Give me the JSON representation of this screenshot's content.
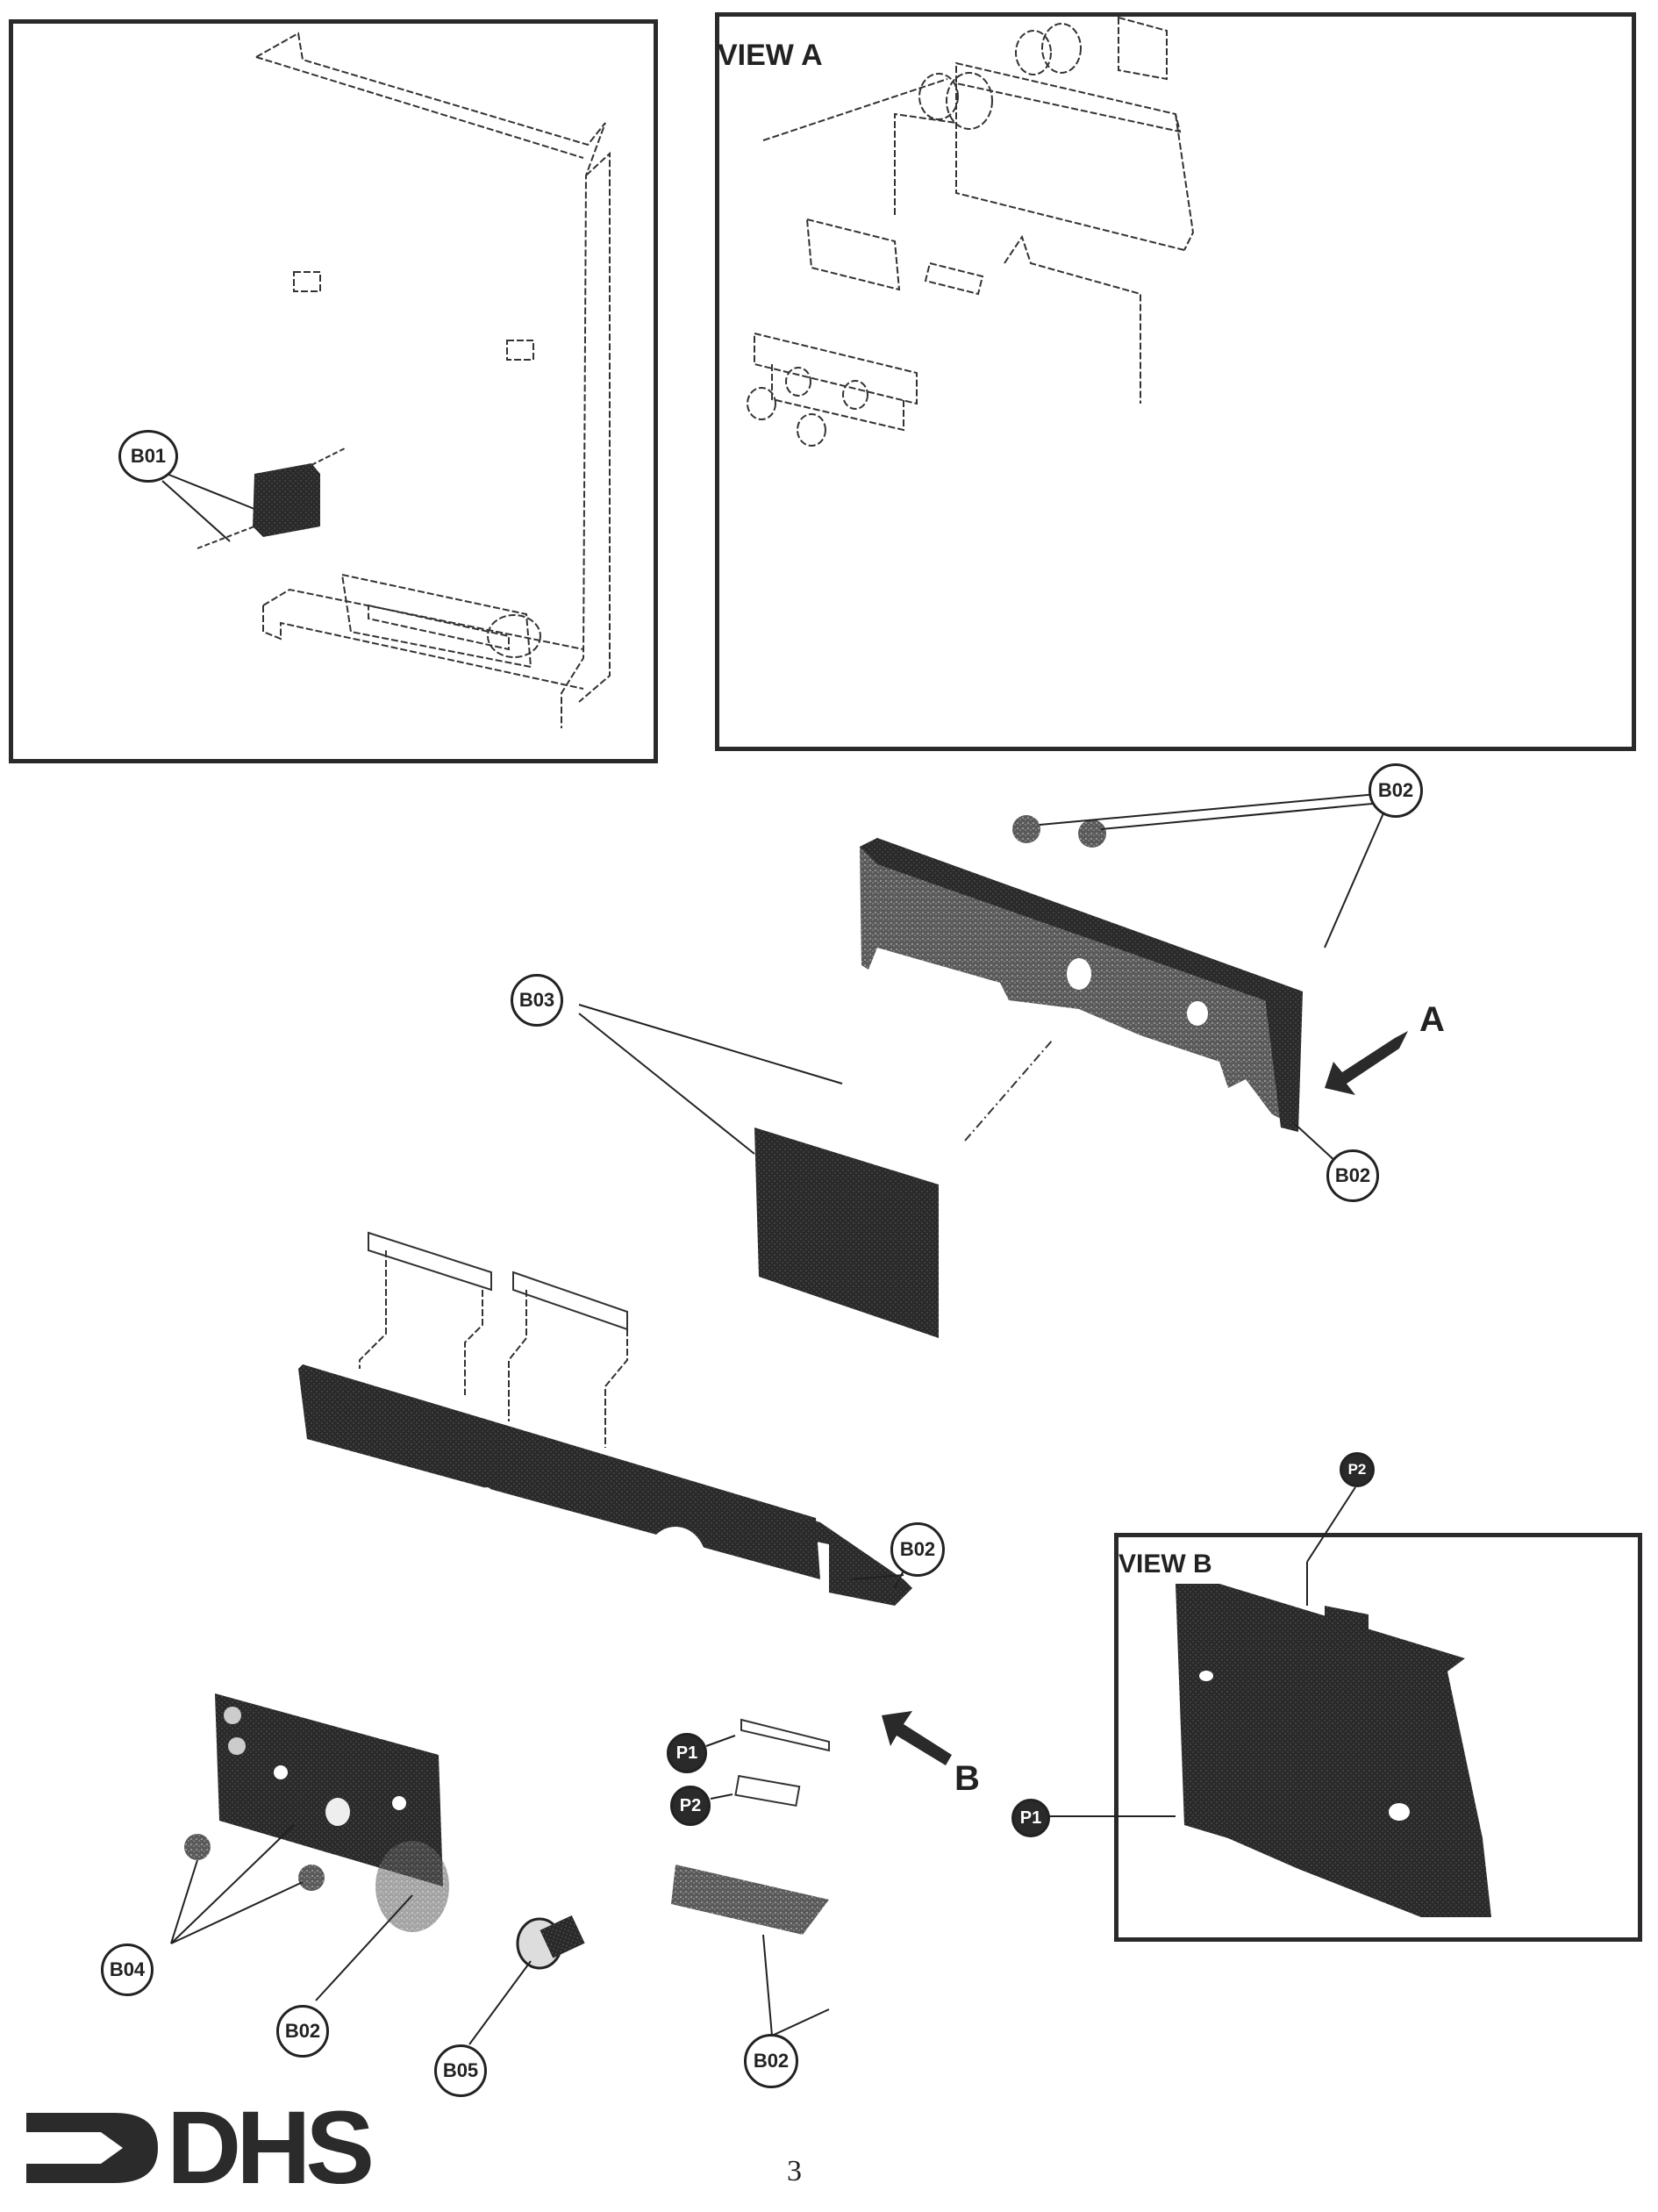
{
  "page": {
    "page_number": "3",
    "brand": "DHS"
  },
  "views": {
    "view_a": {
      "label": "VIEW A"
    },
    "view_b": {
      "label": "VIEW B"
    }
  },
  "direction_arrows": {
    "a": "A",
    "b": "B"
  },
  "callouts": {
    "b01": "B01",
    "b02_top": "B02",
    "b02_right": "B02",
    "b03": "B03",
    "b02_mid": "B02",
    "b04": "B04",
    "b02_bottom_left": "B02",
    "b05": "B05",
    "b02_bottom": "B02",
    "p1": "P1",
    "p2": "P2",
    "p1_view_b": "P1",
    "p2_view_b": "P2"
  },
  "colors": {
    "ink": "#222222",
    "part_fill": "#2a2a2a",
    "paper": "#ffffff"
  }
}
